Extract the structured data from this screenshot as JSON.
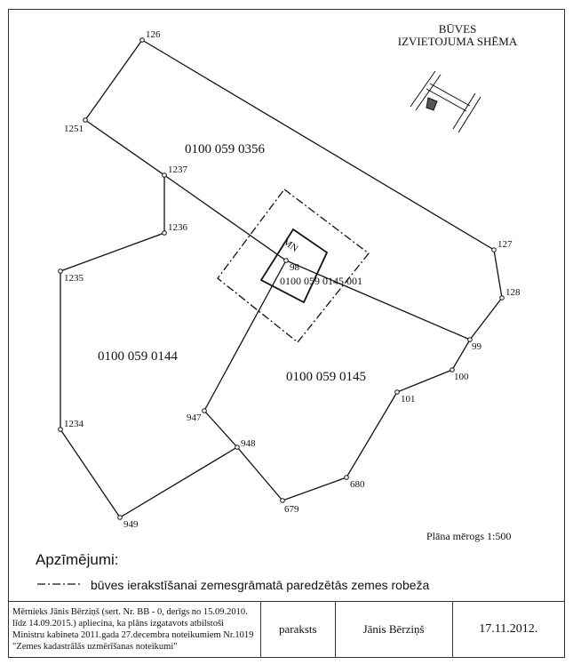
{
  "title": {
    "line1": "BŪVES",
    "line2": "IZVIETOJUMA SHĒMA"
  },
  "points": [
    {
      "id": "126",
      "label": "126"
    },
    {
      "id": "1251",
      "label": "1251"
    },
    {
      "id": "1237",
      "label": "1237"
    },
    {
      "id": "1236",
      "label": "1236"
    },
    {
      "id": "1235",
      "label": "1235"
    },
    {
      "id": "1234",
      "label": "1234"
    },
    {
      "id": "949",
      "label": "949"
    },
    {
      "id": "948",
      "label": "948"
    },
    {
      "id": "947",
      "label": "947"
    },
    {
      "id": "98",
      "label": "98"
    },
    {
      "id": "679",
      "label": "679"
    },
    {
      "id": "680",
      "label": "680"
    },
    {
      "id": "101",
      "label": "101"
    },
    {
      "id": "100",
      "label": "100"
    },
    {
      "id": "99",
      "label": "99"
    },
    {
      "id": "128",
      "label": "128"
    },
    {
      "id": "127",
      "label": "127"
    }
  ],
  "parcels": {
    "p0356": "0100 059 0356",
    "p0144": "0100 059 0144",
    "p0145": "0100 059 0145",
    "building": "0100 059 0145 001"
  },
  "building_mark": "MN",
  "scale": "Plāna mērogs 1:500",
  "legend": {
    "heading": "Apzīmējumi:",
    "dashdot": "būves ierakstīšanai zemesgrāmatā paredzētās zemes robeža"
  },
  "footer": {
    "cert": "Mērnieks Jānis Bērziņš (sert. Nr. BB - 0, derīgs no 15.09.2010. līdz 14.09.2015.) apliecina, ka  plāns izgatavots atbilstoši Ministru kabineta 2011.gada 27.decembra noteikumiem Nr.1019 \"Zemes kadastrālās uzmērīšanas noteikumi\"",
    "signature_label": "paraksts",
    "name": "Jānis Bērziņš",
    "date": "17.11.2012."
  }
}
